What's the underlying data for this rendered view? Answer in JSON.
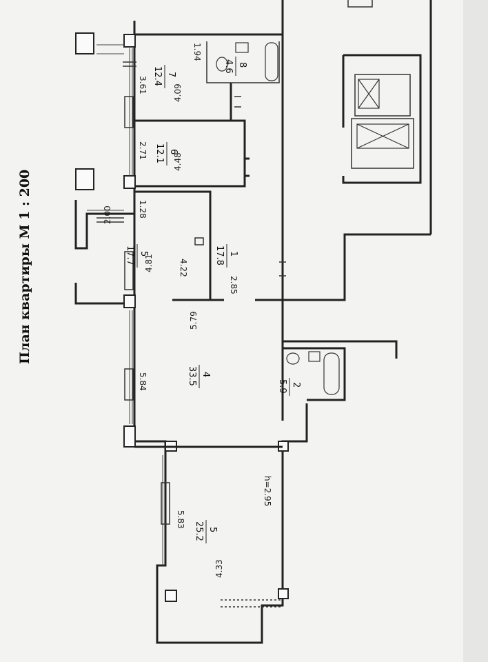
{
  "title": "План квартиры М 1 : 200",
  "height_label": "h=2.95",
  "rooms": [
    {
      "id": "room-7",
      "number": "7",
      "area": "12.4"
    },
    {
      "id": "room-8",
      "number": "8",
      "area": "4.6"
    },
    {
      "id": "room-6",
      "number": "6",
      "area": "12.1"
    },
    {
      "id": "room-5a",
      "number": "5",
      "area": "17.7"
    },
    {
      "id": "room-1",
      "number": "1",
      "area": "17.8"
    },
    {
      "id": "room-4",
      "number": "4",
      "area": "33.5"
    },
    {
      "id": "room-2",
      "number": "2",
      "area": "5.9"
    },
    {
      "id": "room-5b",
      "number": "5",
      "area": "25.2"
    }
  ],
  "dimensions": [
    "3.61",
    "4.09",
    "1.94",
    "2.71",
    "4.48",
    "1.28",
    "2.00",
    "4.81",
    "4.22",
    "2.85",
    "5.79",
    "5.84",
    "5.83",
    "4.33"
  ]
}
